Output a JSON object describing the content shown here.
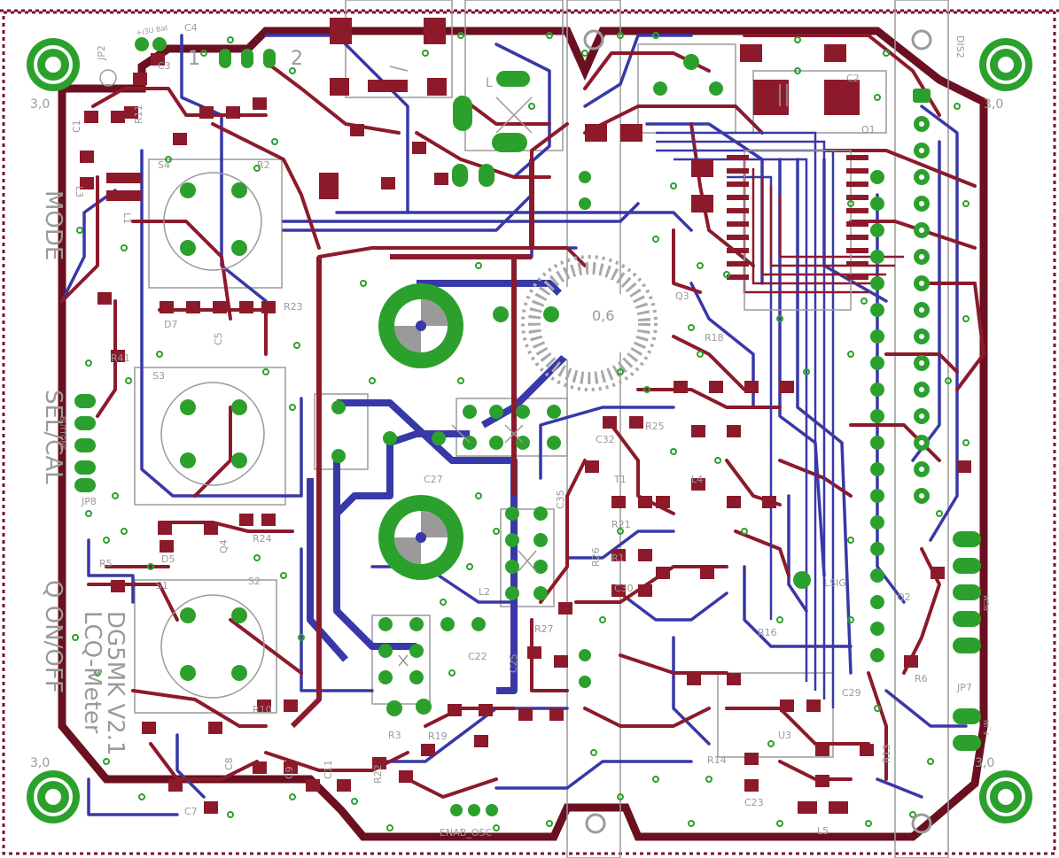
{
  "board": {
    "version_label": "DG5MK V2.1",
    "product_label": "LCQ-Meter",
    "side_labels": {
      "mode": "MODE",
      "sel_cal": "SEL/CAL",
      "q_on_off": "Q ON/OFF"
    },
    "corner_labels": [
      "3,0",
      "3,0",
      "3,0",
      "3,0"
    ],
    "header_labels": [
      "1",
      "2"
    ],
    "component_labels": [
      "JP2",
      "C1",
      "R11",
      "C3",
      "L3",
      "L1",
      "S4",
      "R2",
      "C2",
      "C4",
      "C5",
      "D7",
      "R23",
      "R41",
      "S3",
      "JP8",
      "D5",
      "R24",
      "R5",
      "Q4",
      "S1",
      "S2",
      "R10",
      "R18",
      "C7",
      "C9",
      "C11",
      "C8",
      "R22",
      "R19",
      "L2",
      "C27",
      "C22",
      "R3",
      "C32",
      "C35",
      "R26",
      "R21",
      "R1",
      "C30",
      "R27",
      "C25",
      "C23",
      "L5",
      "R14",
      "R13",
      "U3",
      "Q1",
      "Q2",
      "C29",
      "DIS2",
      "JP7",
      "R6",
      "L4",
      "T1",
      "Q3",
      "R16",
      "R25"
    ],
    "connector_labels": {
      "buttons": "BUTTONS",
      "enab_osc": "ENAB_OSC",
      "lsig": "LSIG",
      "pgm": "PGM",
      "f_in": "F_IN",
      "bat": "+/3U Bat",
      "ind": "L",
      "toroid": "0,6"
    }
  },
  "colors": {
    "top_copper": "#8c1a2a",
    "bottom_copper": "#3838a8",
    "pad": "#2ca02c",
    "silk": "#9a9a9a",
    "outline": "#6a1020",
    "via": "#2ca02c"
  }
}
